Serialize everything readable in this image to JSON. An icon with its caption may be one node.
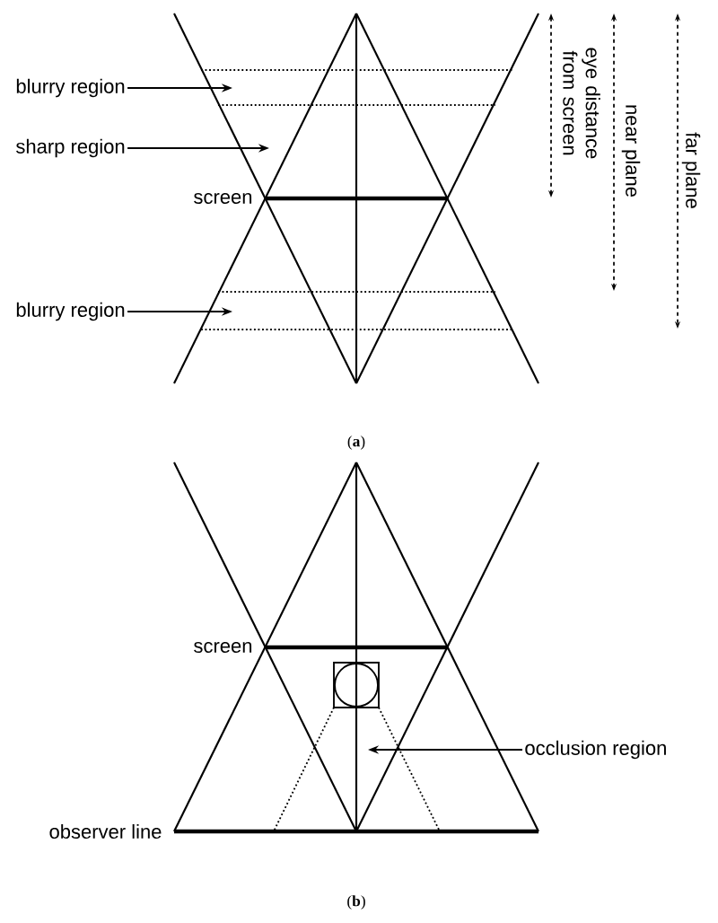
{
  "diagram": {
    "nodes": [
      {
        "text": [
          "blurry region"
        ]
      },
      {
        "text": [
          "sharp region"
        ]
      },
      {
        "text": [
          "blurry region"
        ]
      },
      {
        "text": [
          "occlusion region"
        ]
      }
    ],
    "edges": [
      {
        "from": 0,
        "to": null,
        "arrow": "to"
      },
      {
        "from": 1,
        "to": null,
        "arrow": "to"
      },
      {
        "from": 2,
        "to": null,
        "arrow": "to"
      },
      {
        "from": 3,
        "to": null,
        "arrow": "to"
      }
    ],
    "labels": [
      "screen",
      "eye distance from screen",
      "near plane",
      "far plane",
      "(**a**)",
      "screen",
      "observer line",
      "(**b**)"
    ]
  }
}
